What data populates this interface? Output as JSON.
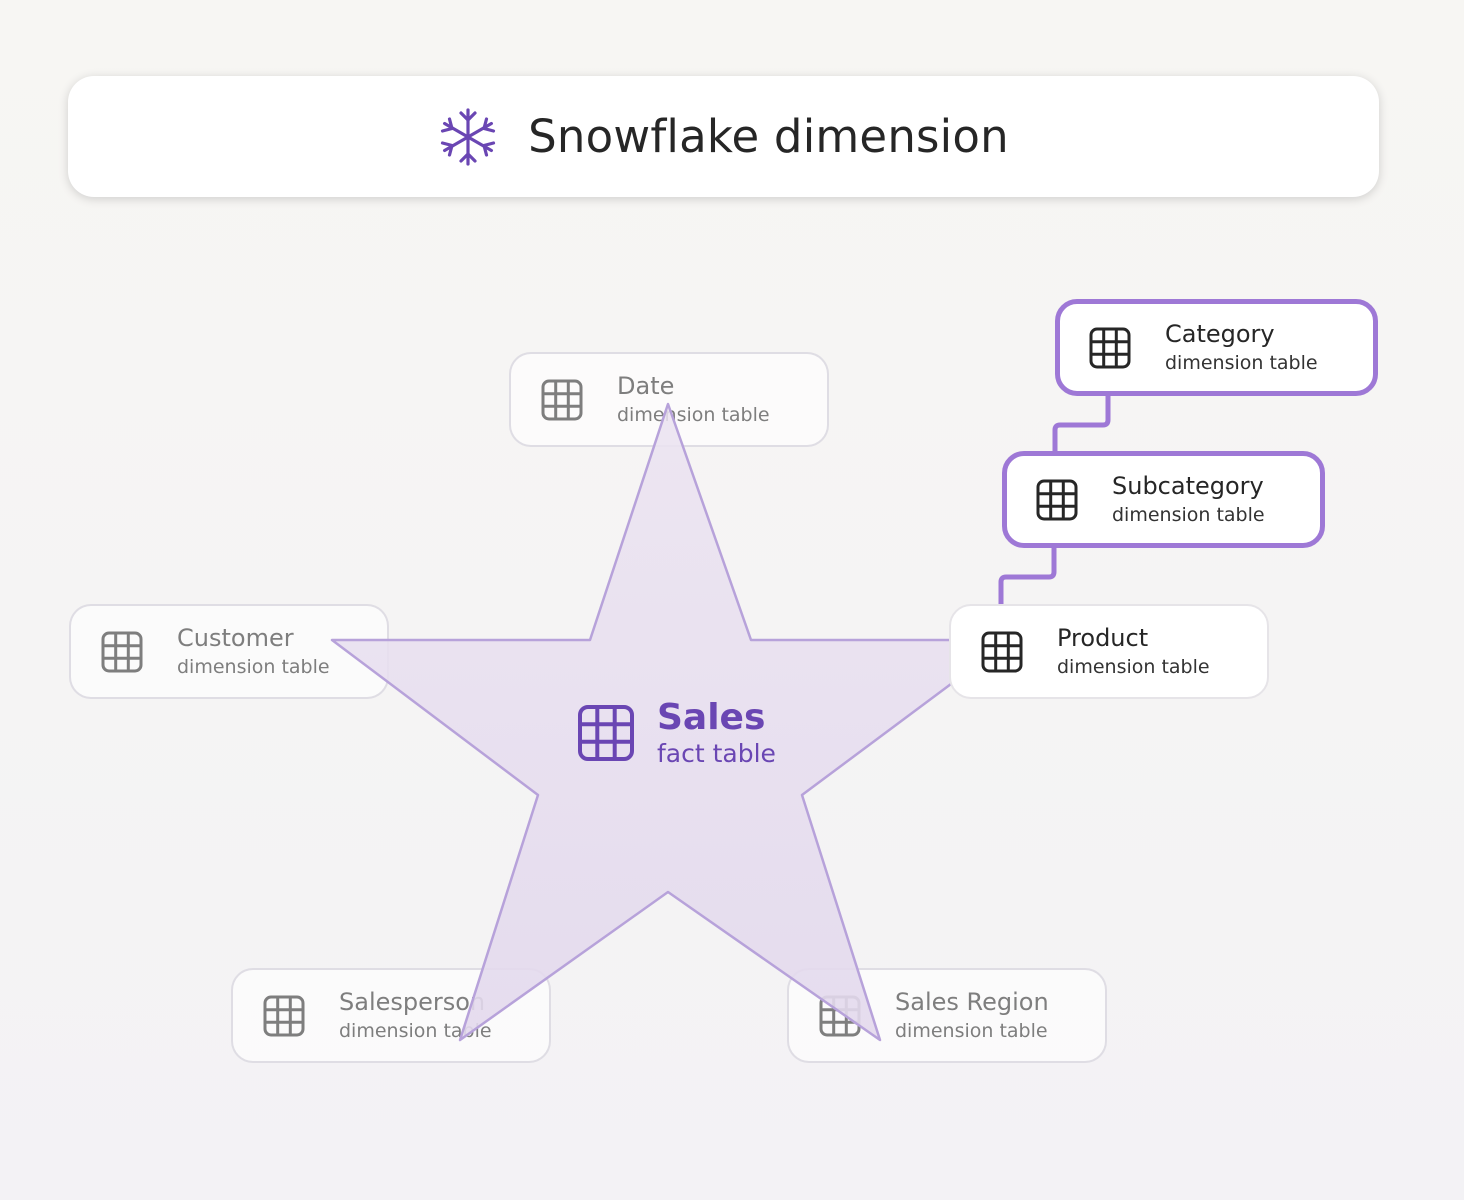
{
  "title": "Snowflake dimension",
  "fact": {
    "name": "Sales",
    "subtitle": "fact table"
  },
  "dimensions": [
    {
      "name": "Date",
      "subtitle": "dimension table"
    },
    {
      "name": "Customer",
      "subtitle": "dimension table"
    },
    {
      "name": "Product",
      "subtitle": "dimension table"
    },
    {
      "name": "Salesperson",
      "subtitle": "dimension table"
    },
    {
      "name": "Sales Region",
      "subtitle": "dimension table"
    }
  ],
  "snowflake": [
    {
      "name": "Subcategory",
      "subtitle": "dimension table"
    },
    {
      "name": "Category",
      "subtitle": "dimension table"
    }
  ],
  "colors": {
    "accent": "#6a46b3",
    "highlight_border": "#9e78d6",
    "star_fill": "#e5dbee",
    "star_stroke": "#b7a2da"
  },
  "icons": {
    "title": "snowflake-icon",
    "table": "table-grid-icon"
  }
}
